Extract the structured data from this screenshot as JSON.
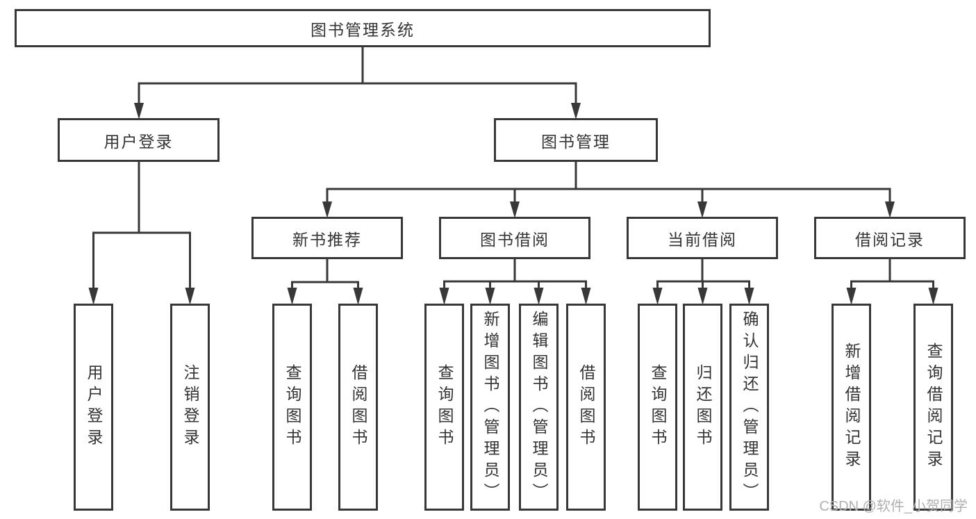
{
  "diagram": {
    "root": {
      "label": "图书管理系统"
    },
    "user_branch": {
      "label": "用户登录",
      "children": [
        {
          "label": "用户登录"
        },
        {
          "label": "注销登录"
        }
      ]
    },
    "book_branch": {
      "label": "图书管理",
      "groups": [
        {
          "label": "新书推荐",
          "children": [
            {
              "label": "查询图书"
            },
            {
              "label": "借阅图书"
            }
          ]
        },
        {
          "label": "图书借阅",
          "children": [
            {
              "label": "查询图书"
            },
            {
              "label": "新增图书（管理员）"
            },
            {
              "label": "编辑图书（管理员）"
            },
            {
              "label": "借阅图书"
            }
          ]
        },
        {
          "label": "当前借阅",
          "children": [
            {
              "label": "查询图书"
            },
            {
              "label": "归还图书"
            },
            {
              "label": "确认归还（管理员）"
            }
          ]
        },
        {
          "label": "借阅记录",
          "children": [
            {
              "label": "新增借阅记录"
            },
            {
              "label": "查询借阅记录"
            }
          ]
        }
      ]
    }
  },
  "watermark": "CSDN @软件_小贺同学",
  "colors": {
    "line": "#383838",
    "text": "#333333",
    "watermark": "#b0b0b0",
    "background": "#ffffff"
  }
}
